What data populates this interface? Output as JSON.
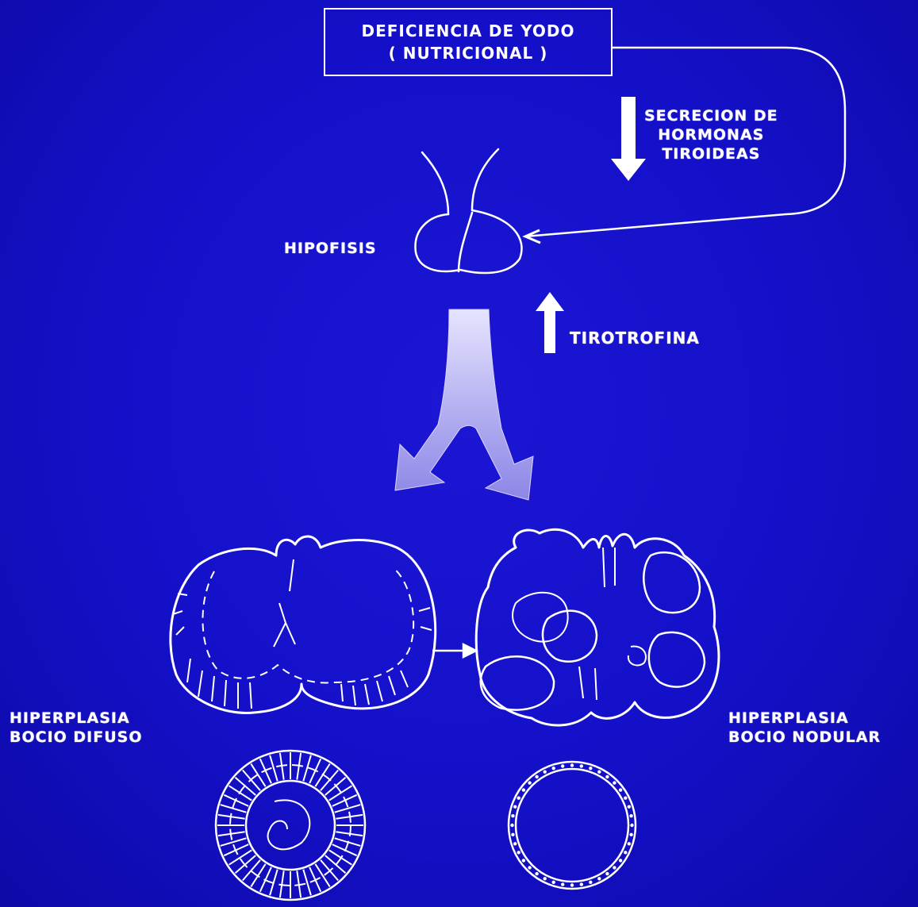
{
  "top_box": {
    "line1": "DEFICIENCIA DE YODO",
    "line2": "( NUTRICIONAL )"
  },
  "secretion": {
    "line1": "SECRECION DE",
    "line2": "HORMONAS",
    "line3": "TIROIDEAS"
  },
  "hipofisis": "HIPOFISIS",
  "tirotrofina": "TIROTROFINA",
  "left_outcome": {
    "line1": "HIPERPLASIA",
    "line2": "BOCIO DIFUSO"
  },
  "right_outcome": {
    "line1": "HIPERPLASIA",
    "line2": "BOCIO NODULAR"
  },
  "colors": {
    "background": "#1410c8",
    "line": "#ffffff",
    "split_arrow": "#b8b6f0"
  }
}
